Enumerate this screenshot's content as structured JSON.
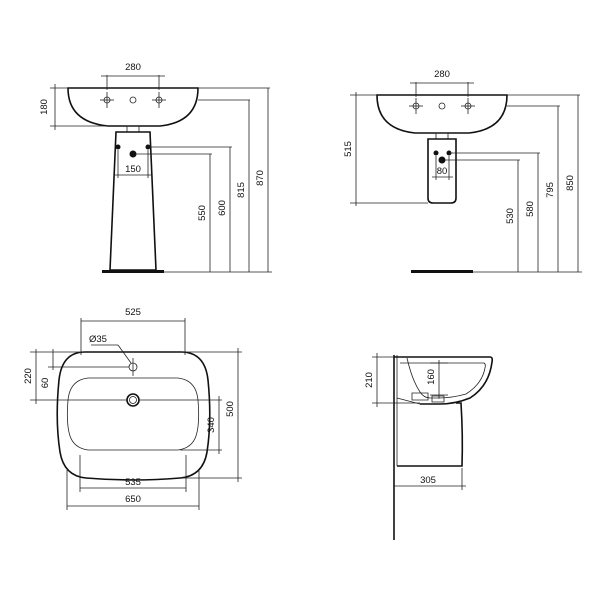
{
  "drawing": {
    "front_pedestal": {
      "dim_tap_spacing": "280",
      "dim_basin_height": "180",
      "dim_waste_spacing": "150",
      "dim_waste_height_1": "550",
      "dim_waste_height_2": "600",
      "dim_rim_height_1": "815",
      "dim_rim_height_2": "870"
    },
    "front_semi_pedestal": {
      "dim_tap_spacing": "280",
      "dim_basin_depth": "515",
      "dim_waste_spacing": "80",
      "dim_waste_height_1": "530",
      "dim_waste_height_2": "580",
      "dim_rim_height_1": "795",
      "dim_rim_height_2": "850"
    },
    "plan_view": {
      "dim_inner_width": "525",
      "dim_tap_hole": "Ø35",
      "dim_back_depth": "220",
      "dim_tap_offset": "60",
      "dim_bowl_depth": "340",
      "dim_overall_depth": "500",
      "dim_bowl_width": "535",
      "dim_overall_width": "650"
    },
    "side_view": {
      "dim_side_height": "210",
      "dim_inner_height": "160",
      "dim_projection": "305"
    }
  }
}
